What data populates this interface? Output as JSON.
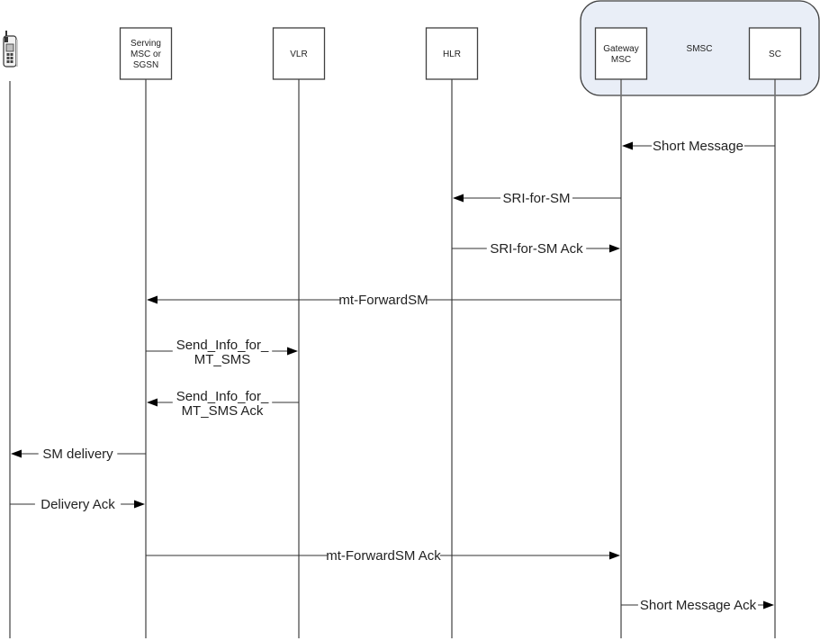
{
  "diagram": {
    "type": "sequence",
    "title": "",
    "group": {
      "label": "SMSC",
      "members": [
        "gmsc",
        "sc"
      ]
    },
    "participants": [
      {
        "id": "ms",
        "label_lines": [],
        "icon": "mobile-phone-icon"
      },
      {
        "id": "msc",
        "label_lines": [
          "Serving",
          "MSC or",
          "SGSN"
        ]
      },
      {
        "id": "vlr",
        "label_lines": [
          "VLR"
        ]
      },
      {
        "id": "hlr",
        "label_lines": [
          "HLR"
        ]
      },
      {
        "id": "gmsc",
        "label_lines": [
          "Gateway",
          "MSC"
        ]
      },
      {
        "id": "sc",
        "label_lines": [
          "SC"
        ]
      }
    ],
    "messages": [
      {
        "from": "sc",
        "to": "gmsc",
        "label_lines": [
          "Short Message"
        ]
      },
      {
        "from": "gmsc",
        "to": "hlr",
        "label_lines": [
          "SRI-for-SM"
        ]
      },
      {
        "from": "hlr",
        "to": "gmsc",
        "label_lines": [
          "SRI-for-SM Ack"
        ]
      },
      {
        "from": "gmsc",
        "to": "msc",
        "label_lines": [
          "mt-ForwardSM"
        ]
      },
      {
        "from": "msc",
        "to": "vlr",
        "label_lines": [
          "Send_Info_for_",
          "MT_SMS"
        ]
      },
      {
        "from": "vlr",
        "to": "msc",
        "label_lines": [
          "Send_Info_for_",
          "MT_SMS Ack"
        ]
      },
      {
        "from": "msc",
        "to": "ms",
        "label_lines": [
          "SM delivery"
        ]
      },
      {
        "from": "ms",
        "to": "msc",
        "label_lines": [
          "Delivery Ack"
        ]
      },
      {
        "from": "msc",
        "to": "gmsc",
        "label_lines": [
          "mt-ForwardSM Ack"
        ]
      },
      {
        "from": "gmsc",
        "to": "sc",
        "label_lines": [
          "Short Message Ack"
        ]
      }
    ]
  }
}
